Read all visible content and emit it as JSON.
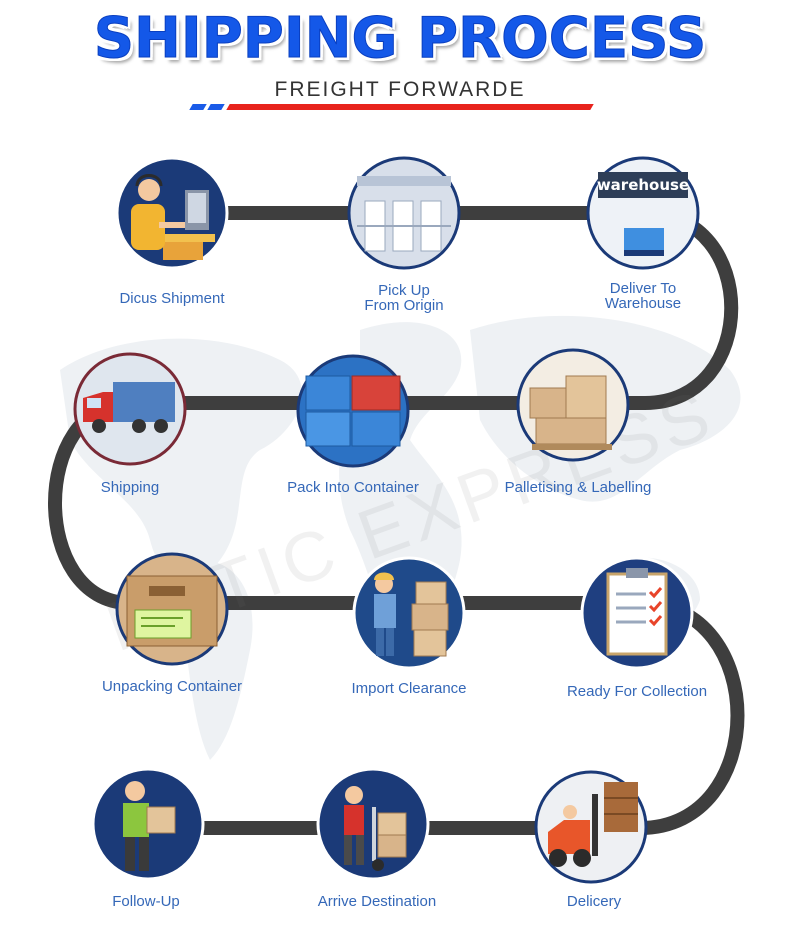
{
  "header": {
    "title": "SHIPPING PROCESS",
    "subtitle": "FREIGHT FORWARDE"
  },
  "watermark": "MATIC EXPRESS",
  "colors": {
    "title_blue": "#1458e8",
    "accent_red": "#e8231d",
    "label_blue": "#3568b8",
    "track": "#3e3e3e",
    "circle_bg": "#1b3a78"
  },
  "steps": [
    {
      "label_line1": "Dicus Shipment",
      "label_line2": "",
      "icon": "customer-service-icon"
    },
    {
      "label_line1": "Pick Up",
      "label_line2": "From Origin",
      "icon": "warehouse-interior-icon"
    },
    {
      "label_line1": "Deliver To",
      "label_line2": "Warehouse",
      "icon": "warehouse-building-icon",
      "sign": "warehouse"
    },
    {
      "label_line1": "Palletising & Labelling",
      "label_line2": "",
      "icon": "pallet-boxes-icon"
    },
    {
      "label_line1": "Pack Into Container",
      "label_line2": "",
      "icon": "containers-icon"
    },
    {
      "label_line1": "Shipping",
      "label_line2": "",
      "icon": "truck-icon"
    },
    {
      "label_line1": "Unpacking Container",
      "label_line2": "",
      "icon": "open-box-icon"
    },
    {
      "label_line1": "Import Clearance",
      "label_line2": "",
      "icon": "worker-boxes-icon"
    },
    {
      "label_line1": "Ready For Collection",
      "label_line2": "",
      "icon": "checklist-icon"
    },
    {
      "label_line1": "Delicery",
      "label_line2": "",
      "icon": "forklift-icon"
    },
    {
      "label_line1": "Arrive Destination",
      "label_line2": "",
      "icon": "hand-truck-icon"
    },
    {
      "label_line1": "Follow-Up",
      "label_line2": "",
      "icon": "delivery-person-icon"
    }
  ]
}
